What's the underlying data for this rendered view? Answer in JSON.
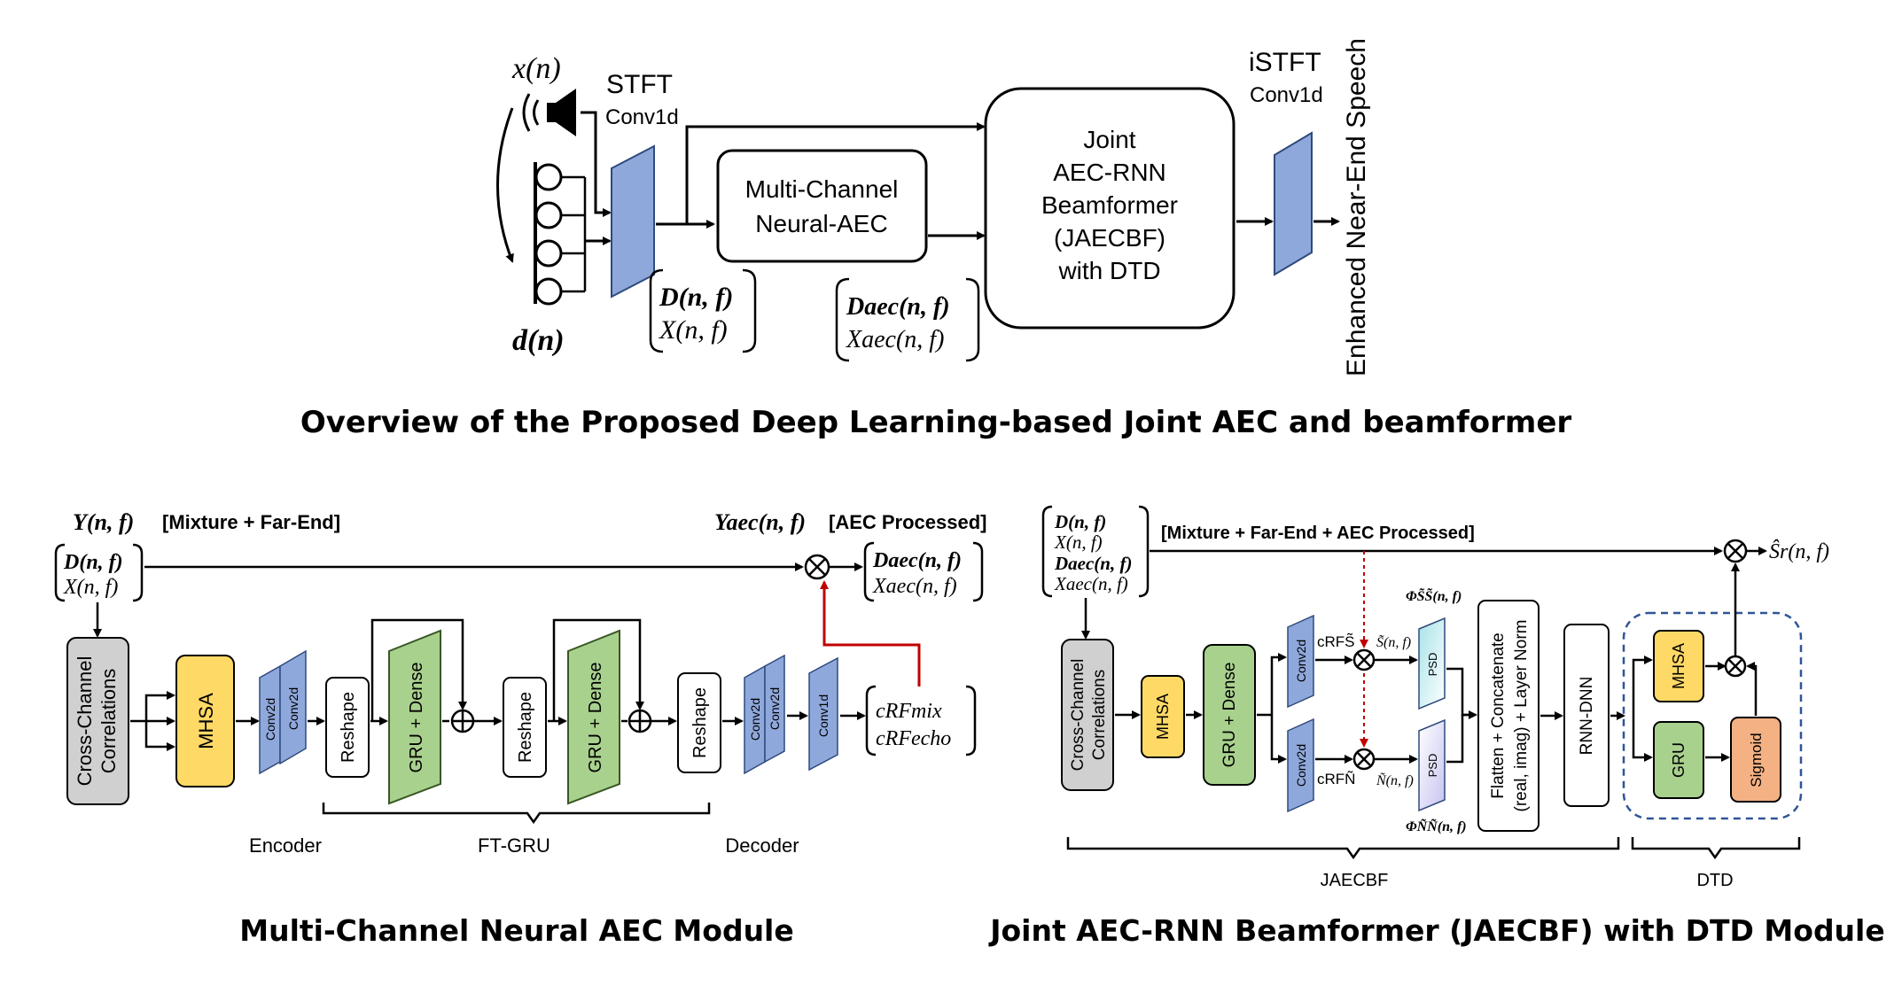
{
  "overview": {
    "title": "Overview of the Proposed Deep Learning-based Joint AEC and beamformer",
    "x_label": "x(n)",
    "d_label": "d(n)",
    "stft_label": "STFT",
    "stft_sub": "Conv1d",
    "istft_label": "iSTFT",
    "istft_sub": "Conv1d",
    "neural_aec_lines": [
      "Multi-Channel",
      "Neural-AEC"
    ],
    "jaecbf_lines": [
      "Joint",
      "AEC-RNN",
      "Beamformer",
      "(JAECBF)",
      "with DTD"
    ],
    "output_label": "Enhanced Near-End Speech",
    "df_vec": [
      "D(n, f)",
      "X(n, f)"
    ],
    "dfaec_vec": [
      "Daec(n, f)",
      "Xaec(n, f)"
    ]
  },
  "aec_module": {
    "title": "Multi-Channel Neural AEC Module",
    "y_label": "Y(n, f)",
    "y_desc": "[Mixture + Far-End]",
    "yaec_label": "Yaec(n, f)",
    "yaec_desc": "[AEC Processed]",
    "in_vec": [
      "D(n, f)",
      "X(n, f)"
    ],
    "out_vec": [
      "Daec(n, f)",
      "Xaec(n, f)"
    ],
    "cross_channel": [
      "Cross-Channel",
      "Correlations"
    ],
    "mhsa": "MHSA",
    "conv2d": "Conv2d",
    "conv1d": "Conv1d",
    "reshape": "Reshape",
    "gru_dense": "GRU + Dense",
    "crf": [
      "cRFmix",
      "cRFecho"
    ],
    "encoder": "Encoder",
    "ftgru": "FT-GRU",
    "decoder": "Decoder"
  },
  "jaecbf_module": {
    "title": "Joint AEC-RNN Beamformer (JAECBF) with DTD Module",
    "in_vec": [
      "D(n, f)",
      "X(n, f)",
      "Daec(n, f)",
      "Xaec(n, f)"
    ],
    "desc": "[Mixture + Far-End + AEC Processed]",
    "cross_channel": [
      "Cross-Channel",
      "Correlations"
    ],
    "mhsa": "MHSA",
    "gru_dense": "GRU + Dense",
    "conv2d": "Conv2d",
    "crf_s": "cRFS̃",
    "crf_n": "cRFÑ",
    "s_tilde": "S̃(n, f)",
    "n_tilde": "Ñ(n, f)",
    "phi_ss": "ΦS̃S̃(n, f)",
    "phi_nn": "ΦÑÑ(n, f)",
    "psd": "PSD",
    "flatten": [
      "Flatten + Concatenate",
      "(real, imag) + Layer Norm"
    ],
    "rnn_dnn": "RNN-DNN",
    "gru": "GRU",
    "sigmoid": "Sigmoid",
    "output": "Ŝr(n, f)",
    "jaecbf_label": "JAECBF",
    "dtd_label": "DTD"
  },
  "colors": {
    "blue": "#8fa8dc",
    "green": "#a9d18e",
    "yellow": "#ffd966",
    "gray": "#d0d0d0",
    "orange": "#f4b183",
    "red_line": "#c00000",
    "dash": "#2f5597"
  }
}
